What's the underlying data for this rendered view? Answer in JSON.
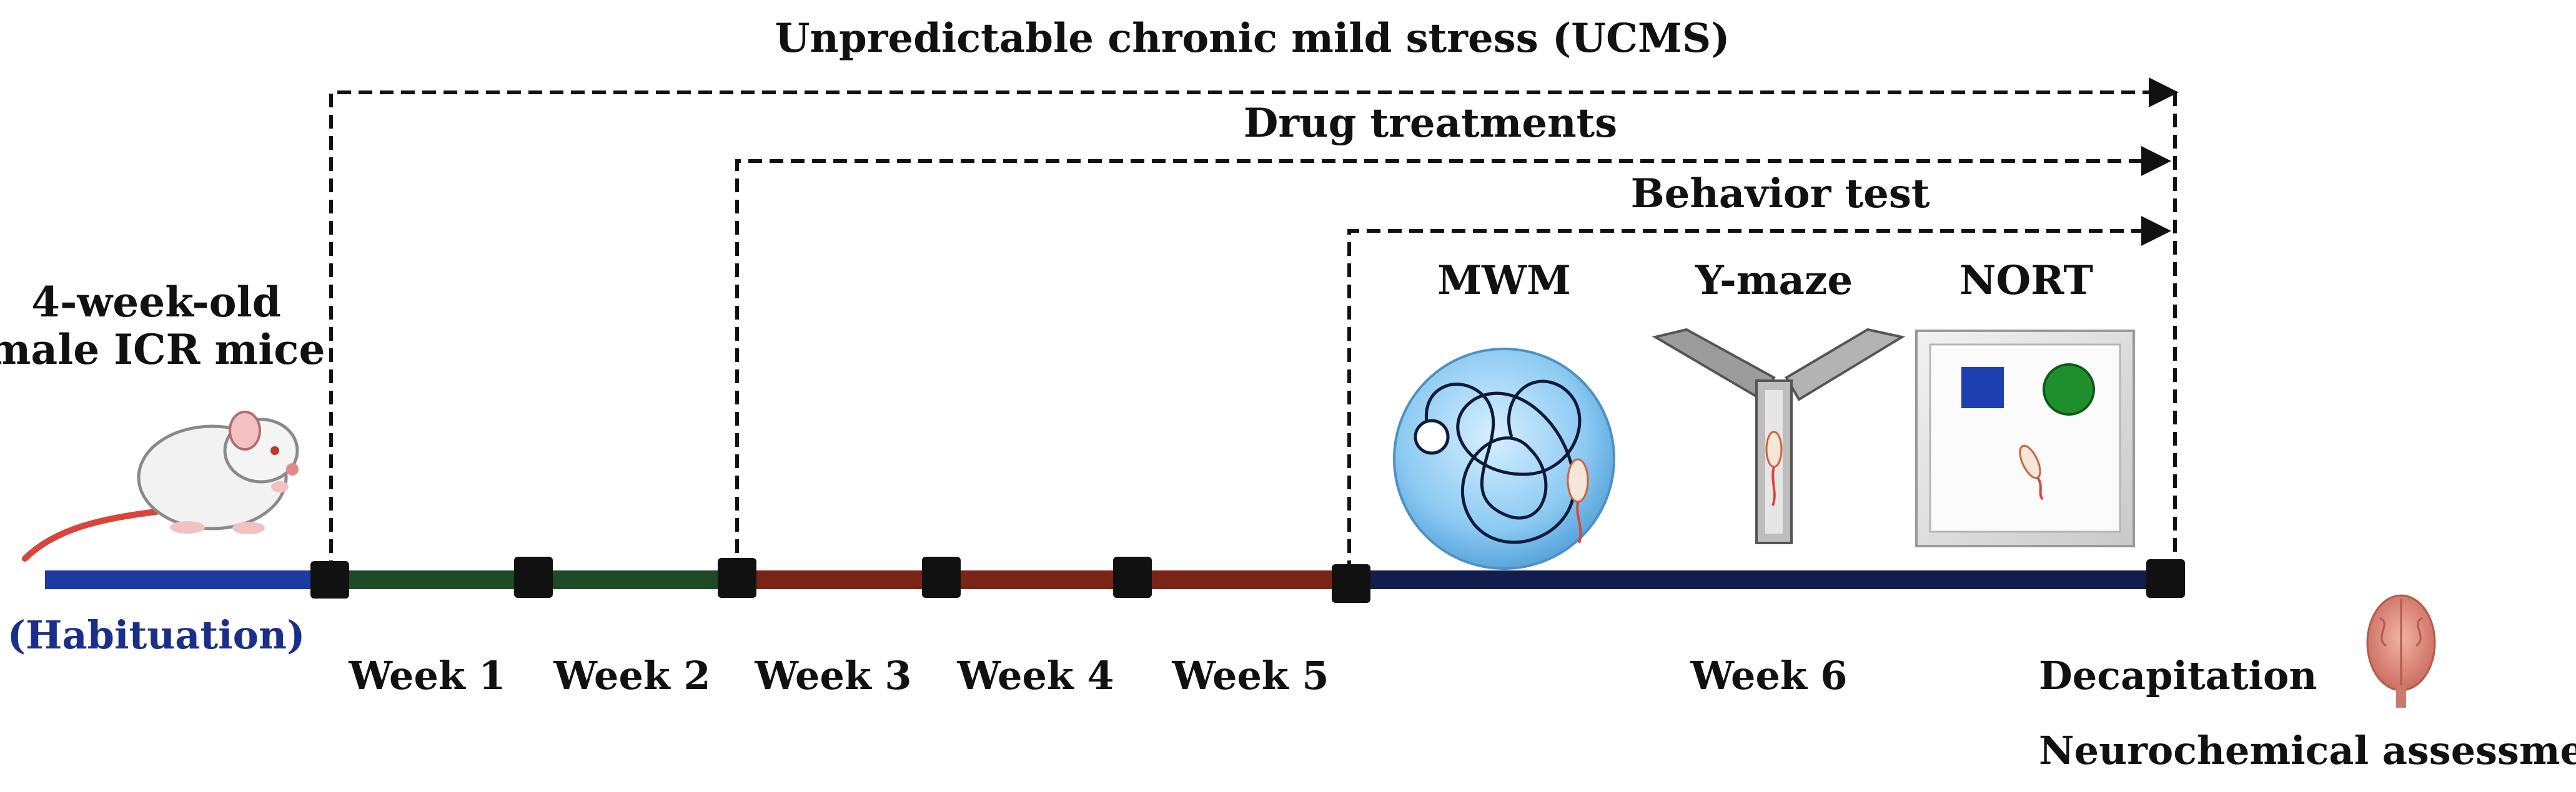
{
  "timeline": {
    "ucms_label": "Unpredictable chronic mild stress (UCMS)",
    "drug_label": "Drug treatments",
    "behavior_label": "Behavior test",
    "animals_line1": "4-week-old",
    "animals_line2": "male ICR mice",
    "habituation_label": "(Habituation)",
    "weeks": [
      "Week 1",
      "Week 2",
      "Week 3",
      "Week 4",
      "Week 5",
      "Week 6"
    ],
    "tests": [
      "MWM",
      "Y-maze",
      "NORT"
    ],
    "end_label_1": "Decapitation",
    "end_label_2": "Neurochemical assessment"
  },
  "colors": {
    "habituation": "#1c3aa0",
    "weeks_1_2": "#1f4a25",
    "weeks_3_5": "#7a2416",
    "week_6": "#111d4a",
    "marker": "#111111",
    "arrow": "#111111"
  },
  "icons": [
    "mouse-icon",
    "water-maze-icon",
    "y-maze-icon",
    "object-recognition-box-icon",
    "brain-icon"
  ]
}
